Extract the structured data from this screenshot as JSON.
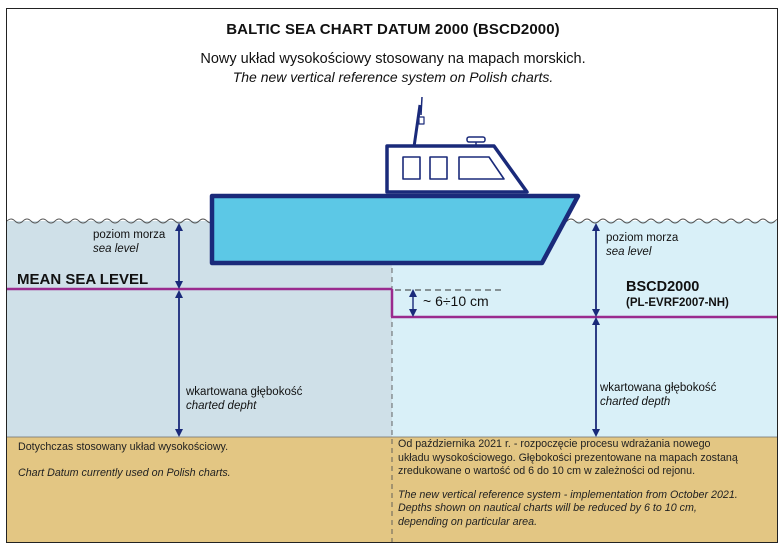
{
  "diagram": {
    "title": "BALTIC SEA CHART DATUM 2000 (BSCD2000)",
    "subtitle_pl": "Nowy układ wysokościowy stosowany na mapach morskich.",
    "subtitle_en": "The new vertical reference system on Polish charts.",
    "left": {
      "sea_level_pl": "poziom morza",
      "sea_level_en": "sea level",
      "datum_label": "MEAN SEA LEVEL",
      "depth_pl": "wkartowana głębokość",
      "depth_en": "charted depht",
      "note_pl": "Dotychczas stosowany układ wysokościowy.",
      "note_en": "Chart Datum currently used on Polish charts."
    },
    "right": {
      "sea_level_pl": "poziom morza",
      "sea_level_en": "sea level",
      "datum_label": "BSCD2000",
      "datum_sub": "(PL-EVRF2007-NH)",
      "offset_label": "~ 6÷10 cm",
      "depth_pl": "wkartowana głębokość",
      "depth_en": "charted depth",
      "note_pl_1": "Od października 2021 r. - rozpoczęcie  procesu wdrażania nowego",
      "note_pl_2": "układu wysokościowego. Głębokości prezentowane na mapach zostaną",
      "note_pl_3": "zredukowane o wartość od 6 do 10 cm w zależności od rejonu.",
      "note_en_1": "The new vertical reference system - implementation from October 2021.",
      "note_en_2": "Depths shown on nautical charts will be reduced by 6 to 10 cm,",
      "note_en_3": "depending on particular area."
    },
    "colors": {
      "water_left": "#cfe0e8",
      "water_right": "#d9f0f8",
      "seabed": "#e3c683",
      "hull": "#5cc8e6",
      "outline": "#1a2a7a",
      "datum_line": "#9a2b8e",
      "arrow": "#1a2a7a"
    }
  }
}
